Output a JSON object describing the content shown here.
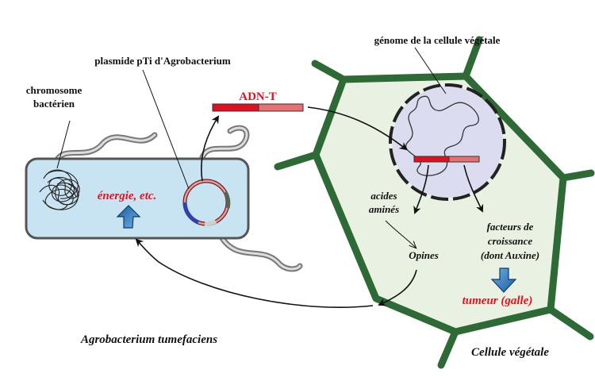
{
  "labels": {
    "genome": "génome de la cellule végétale",
    "plasmid": "plasmide pTi d'Agrobacterium",
    "chromosome_line1": "chromosome",
    "chromosome_line2": "bactérien",
    "tdna": "ADN-T",
    "energy": "énergie, etc.",
    "amino_line1": "acides",
    "amino_line2": "aminés",
    "opines": "Opines",
    "growth_line1": "facteurs de",
    "growth_line2": "croissance",
    "growth_line3": "(dont Auxine)",
    "tumor": "tumeur (galle)",
    "bacterium_name": "Agrobacterium tumefaciens",
    "plant_cell": "Cellule végétale"
  },
  "colors": {
    "cell_wall": "#2d6a36",
    "cell_fill": "#e9f2e2",
    "nucleus_fill": "#dcdcf0",
    "bacterium_fill": "#c8e3f2",
    "tdna_dark": "#e01020",
    "tdna_light": "#e87070",
    "label_red": "#e8101e",
    "arrow_blue": "#2a7bc0"
  }
}
